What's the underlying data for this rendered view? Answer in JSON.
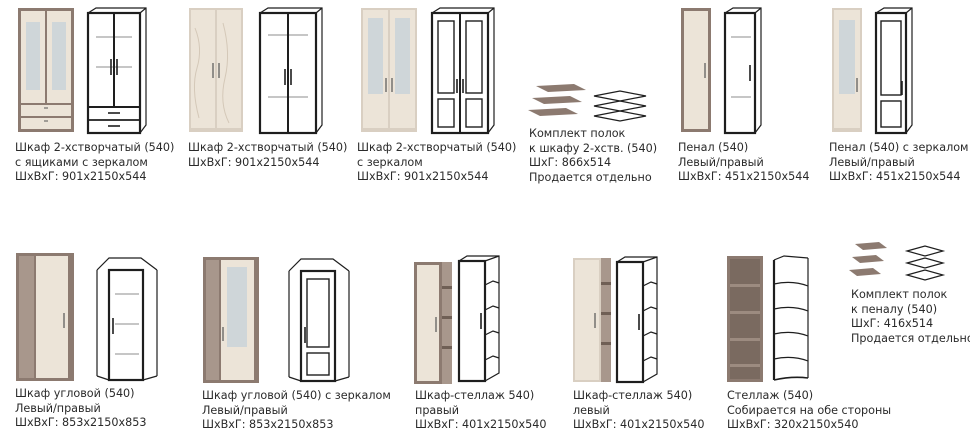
{
  "products": [
    {
      "id": "p1",
      "lines": [
        "Шкаф 2-хстворчатый (540)",
        "с ящиками с зеркалом",
        "ШхВхГ: 901х2150х544"
      ]
    },
    {
      "id": "p2",
      "lines": [
        "Шкаф 2-хстворчатый (540)",
        "ШхВхГ: 901х2150х544"
      ]
    },
    {
      "id": "p3",
      "lines": [
        "Шкаф 2-хстворчатый (540)",
        "с зеркалом",
        "ШхВхГ: 901х2150х544"
      ]
    },
    {
      "id": "p4",
      "lines": [
        "Комплект полок",
        "к шкафу 2-хств. (540)",
        "ШхГ: 866х514",
        "Продается отдельно"
      ]
    },
    {
      "id": "p5",
      "lines": [
        "Пенал (540)",
        "Левый/правый",
        "ШхВхГ: 451х2150х544"
      ]
    },
    {
      "id": "p6",
      "lines": [
        "Пенал (540) с зеркалом",
        "Левый/правый",
        "ШхВхГ: 451х2150х544"
      ]
    },
    {
      "id": "p7",
      "lines": [
        "Шкаф угловой (540)",
        "Левый/правый",
        "ШхВхГ: 853х2150х853"
      ]
    },
    {
      "id": "p8",
      "lines": [
        "Шкаф угловой (540) с зеркалом",
        "Левый/правый",
        "ШхВхГ: 853х2150х853"
      ]
    },
    {
      "id": "p9",
      "lines": [
        "Шкаф-стеллаж  540)",
        "правый",
        "ШхВхГ: 401х2150х540"
      ]
    },
    {
      "id": "p10",
      "lines": [
        "Шкаф-стеллаж  540)",
        "левый",
        "ШхВхГ: 401х2150х540"
      ]
    },
    {
      "id": "p11",
      "lines": [
        "Стеллаж  (540)",
        "Собирается на обе стороны",
        "ШхВхГ: 320х2150х540"
      ]
    },
    {
      "id": "p12",
      "lines": [
        "Комплект полок",
        "к пеналу (540)",
        "ШхГ: 416х514",
        "Продается отдельно"
      ]
    }
  ],
  "colors": {
    "wood_dark": "#8c7a70",
    "wood_light": "#ece4d8",
    "mirror": "#cfd6d9",
    "line": "#1e1e1e"
  }
}
